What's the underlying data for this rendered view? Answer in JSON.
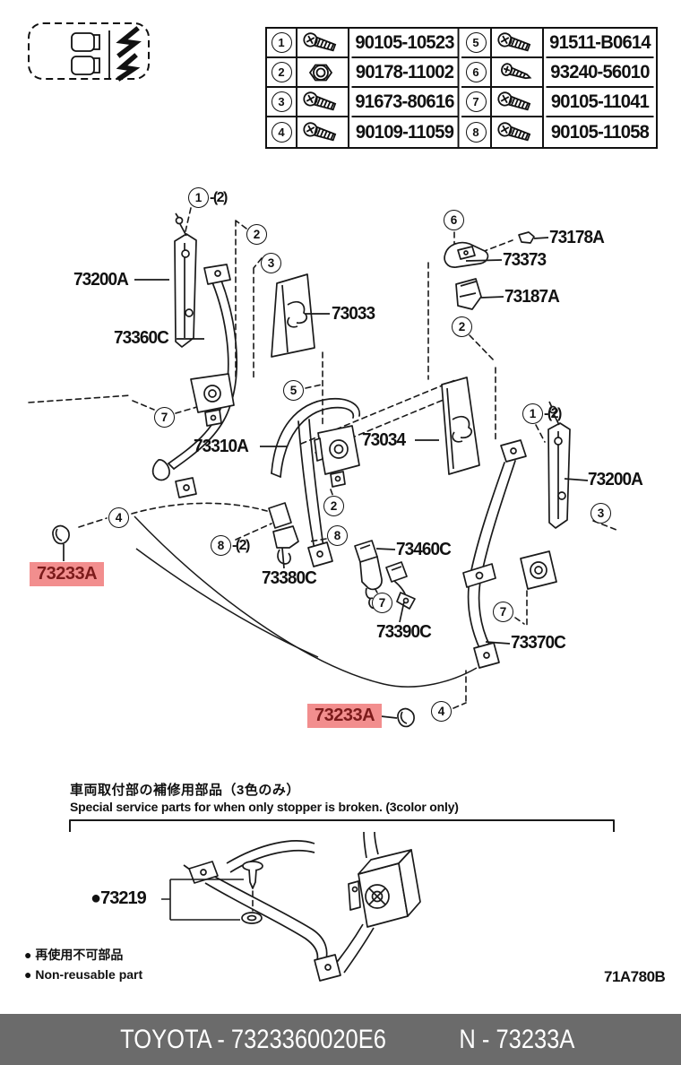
{
  "fastener_table": {
    "rows": [
      {
        "left": {
          "num": "1",
          "icon": "bolt-icon",
          "part": "90105-10523"
        },
        "right": {
          "num": "5",
          "icon": "bolt-icon",
          "part": "91511-B0614"
        }
      },
      {
        "left": {
          "num": "2",
          "icon": "nut-icon",
          "part": "90178-11002"
        },
        "right": {
          "num": "6",
          "icon": "screw-icon",
          "part": "93240-56010"
        }
      },
      {
        "left": {
          "num": "3",
          "icon": "bolt-icon",
          "part": "91673-80616"
        },
        "right": {
          "num": "7",
          "icon": "bolt-icon",
          "part": "90105-11041"
        }
      },
      {
        "left": {
          "num": "4",
          "icon": "bolt-icon",
          "part": "90109-11059"
        },
        "right": {
          "num": "8",
          "icon": "bolt-icon",
          "part": "90105-11058"
        }
      }
    ]
  },
  "part_labels": {
    "p73200a_left": "73200A",
    "p73360c": "73360C",
    "p73033": "73033",
    "p73178a": "73178A",
    "p73373": "73373",
    "p73187a": "73187A",
    "p73310a": "73310A",
    "p73034": "73034",
    "p73460c": "73460C",
    "p73380c": "73380C",
    "p73390c": "73390C",
    "p73370c": "73370C",
    "p73200a_right": "73200A",
    "p73233a_left": "73233A",
    "p73233a_bottom": "73233A",
    "p73219_bullet": "●",
    "p73219": "73219"
  },
  "callouts": {
    "top1": {
      "num": "1",
      "suffix": "-(2)"
    },
    "top2": {
      "num": "2"
    },
    "top3": {
      "num": "3"
    },
    "roof6": {
      "num": "6"
    },
    "right2": {
      "num": "2"
    },
    "center5": {
      "num": "5"
    },
    "left7": {
      "num": "7"
    },
    "right1": {
      "num": "1",
      "suffix": "-(2)"
    },
    "right3": {
      "num": "3"
    },
    "left4": {
      "num": "4"
    },
    "mid2": {
      "num": "2"
    },
    "mid8": {
      "num": "8"
    },
    "mid8b": {
      "num": "8",
      "suffix": "-(2)"
    },
    "mid7": {
      "num": "7"
    },
    "right7": {
      "num": "7"
    },
    "bottom4": {
      "num": "4"
    }
  },
  "service_note": {
    "jp": "車両取付部の補修用部品（3色のみ）",
    "en": "Special service parts for when only stopper is broken. (3color only)"
  },
  "legend": {
    "nonreusable_jp": "● 再使用不可部品",
    "nonreusable_en": "● Non-reusable part"
  },
  "diagram_code": "71A780B",
  "footer": {
    "catalog_ref": "TOYOTA - 7323360020E6",
    "figure_ref": "N - 73233A"
  },
  "colors": {
    "highlight_bg": "#f28e8e",
    "highlight_text": "#7c1b1b",
    "footer_bg": "#6b6b6b",
    "footer_text": "#ffffff",
    "line": "#1a1a1a"
  }
}
